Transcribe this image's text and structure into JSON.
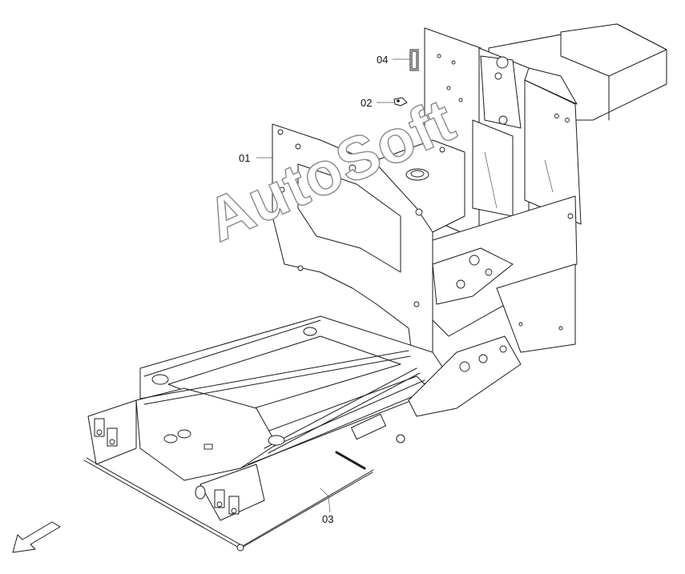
{
  "diagram": {
    "callouts": [
      {
        "id": "01",
        "label": "01"
      },
      {
        "id": "02",
        "label": "02"
      },
      {
        "id": "03",
        "label": "03"
      },
      {
        "id": "04",
        "label": "04"
      }
    ],
    "watermark": "AutoSoft",
    "orientation_arrow_icon": "arrow-down-left-icon",
    "colors": {
      "line": "#1a1a1a",
      "background": "#ffffff",
      "watermark_outline": "#8a8a8a"
    }
  }
}
